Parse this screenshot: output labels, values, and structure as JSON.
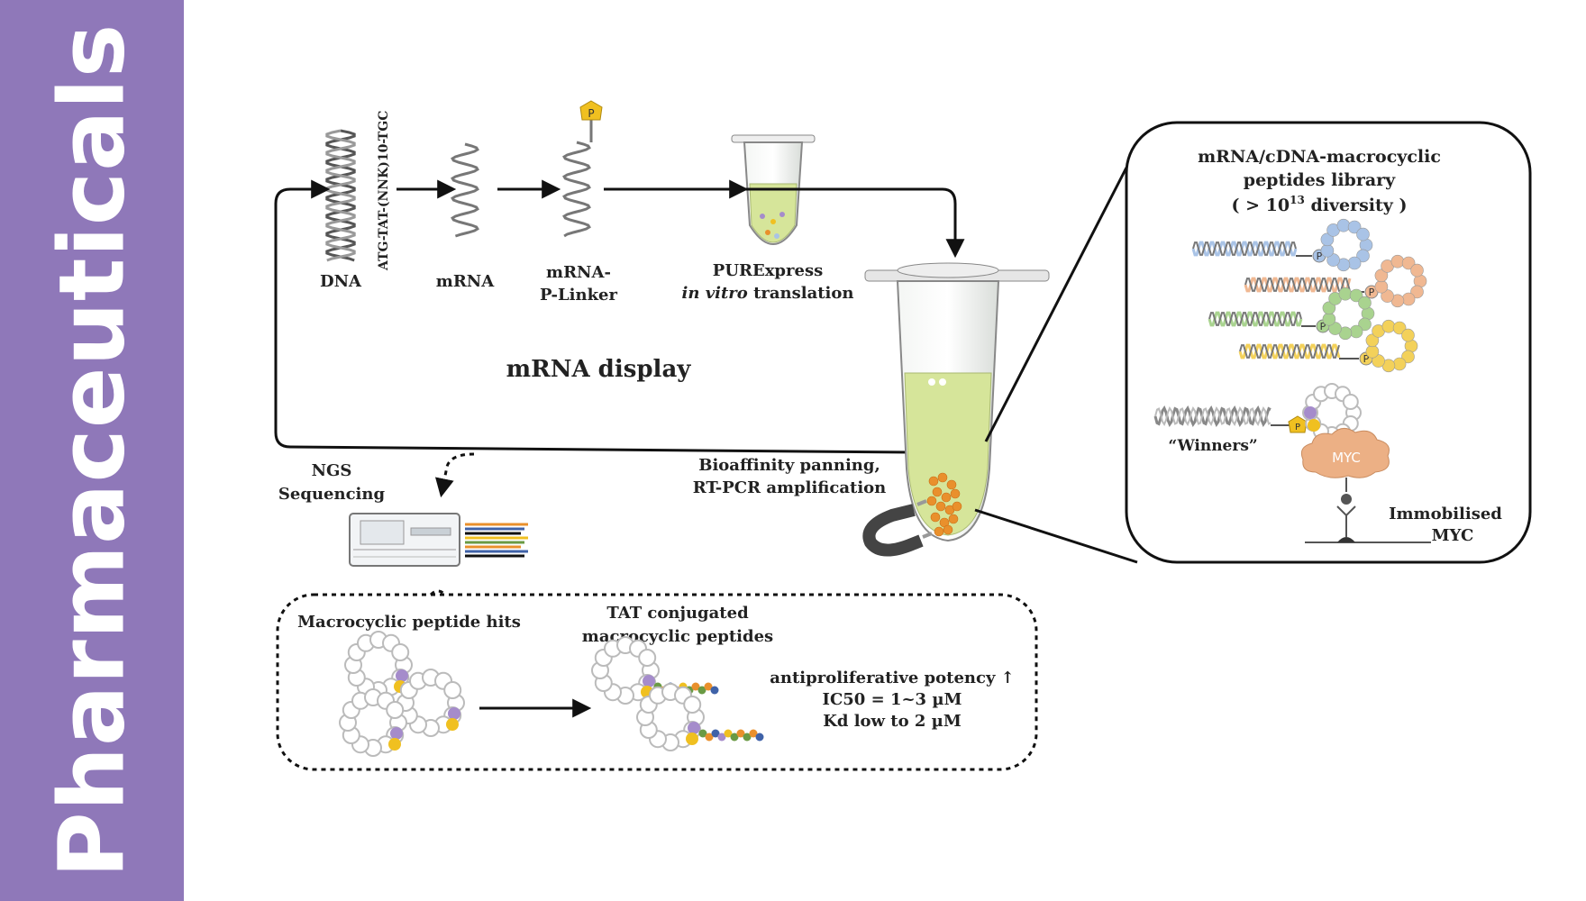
{
  "journal": "Pharmaceuticals",
  "labels": {
    "dna": "DNA",
    "dna_seq": "ATG-TAT-(NNK)10-TGC",
    "mrna": "mRNA",
    "mrna_linker_1": "mRNA-",
    "mrna_linker_2": "P-Linker",
    "purexpress": "PURExpress",
    "ivt_italic": "in vitro",
    "ivt_rest": " translation",
    "mrna_display": "mRNA display",
    "panning_1": "Bioaffinity panning,",
    "panning_2": "RT-PCR amplification",
    "ngs_1": "NGS",
    "ngs_2": "Sequencing",
    "phosphate": "P"
  },
  "library": {
    "title_1": "mRNA/cDNA-macrocyclic",
    "title_2": "peptides library",
    "div_pre": "( > 10",
    "div_sup": "13",
    "div_post": " diversity )",
    "winners": "“Winners”",
    "myc": "MYC",
    "immob_1": "Immobilised",
    "immob_2": "MYC"
  },
  "results": {
    "hits": "Macrocyclic peptide hits",
    "tat_1": "TAT conjugated",
    "tat_2": "macrocyclic peptides",
    "potency": "antiproliferative potency ↑",
    "ic50": "IC50 = 1~3 µM",
    "kd": "Kd low to 2 µM"
  },
  "colors": {
    "sidebar": "#8f78b9",
    "liquid": "#d6e59a",
    "blue": "#a9c3e6",
    "peach": "#f0b892",
    "green": "#a9d38f",
    "yellow": "#f3d15a",
    "purple_ball": "#a58ccb",
    "gold_ball": "#f0c020",
    "myc_cloud": "#ecb085",
    "beads": "#e9902c"
  }
}
